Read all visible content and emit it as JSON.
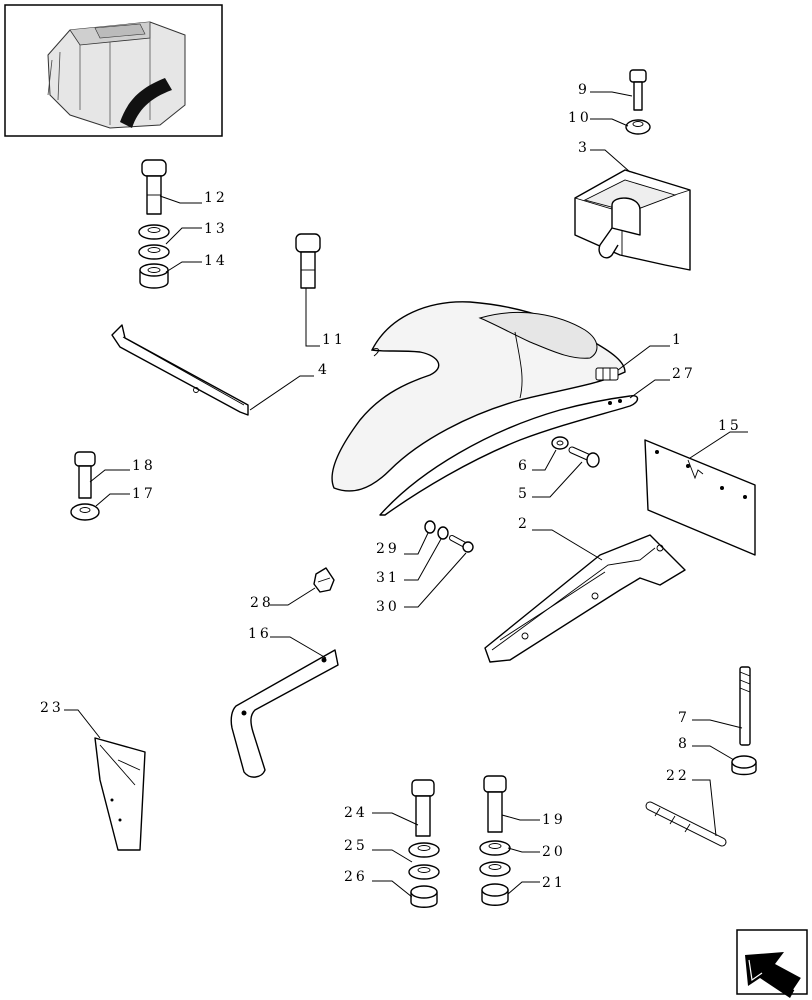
{
  "callouts": [
    {
      "id": "c1",
      "text": "1"
    },
    {
      "id": "c2",
      "text": "2"
    },
    {
      "id": "c3",
      "text": "3"
    },
    {
      "id": "c4",
      "text": "4"
    },
    {
      "id": "c5",
      "text": "5"
    },
    {
      "id": "c6",
      "text": "6"
    },
    {
      "id": "c7",
      "text": "7"
    },
    {
      "id": "c8",
      "text": "8"
    },
    {
      "id": "c9",
      "text": "9"
    },
    {
      "id": "c10",
      "text": "10"
    },
    {
      "id": "c11",
      "text": "11"
    },
    {
      "id": "c12",
      "text": "12"
    },
    {
      "id": "c13",
      "text": "13"
    },
    {
      "id": "c14",
      "text": "14"
    },
    {
      "id": "c15",
      "text": "15"
    },
    {
      "id": "c16",
      "text": "16"
    },
    {
      "id": "c17",
      "text": "17"
    },
    {
      "id": "c18",
      "text": "18"
    },
    {
      "id": "c19",
      "text": "19"
    },
    {
      "id": "c20",
      "text": "20"
    },
    {
      "id": "c21",
      "text": "21"
    },
    {
      "id": "c22",
      "text": "22"
    },
    {
      "id": "c23",
      "text": "23"
    },
    {
      "id": "c24",
      "text": "24"
    },
    {
      "id": "c25",
      "text": "25"
    },
    {
      "id": "c26",
      "text": "26"
    },
    {
      "id": "c27",
      "text": "27"
    },
    {
      "id": "c28",
      "text": "28"
    },
    {
      "id": "c29",
      "text": "29"
    },
    {
      "id": "c30",
      "text": "30"
    },
    {
      "id": "c31",
      "text": "31"
    }
  ],
  "icons": {
    "thumbnail": "tractor-cab-thumbnail-icon",
    "nav": "next-page-arrow-icon"
  }
}
